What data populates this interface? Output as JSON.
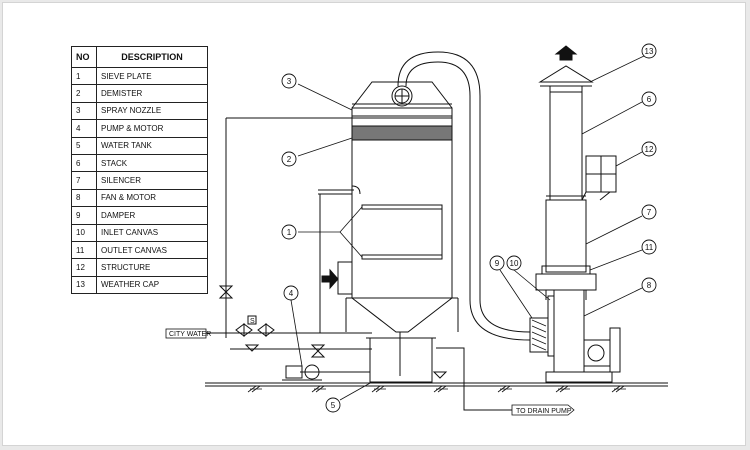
{
  "legend": {
    "headers": {
      "no": "NO",
      "description": "DESCRIPTION"
    },
    "rows": [
      {
        "no": "1",
        "description": "SIEVE PLATE"
      },
      {
        "no": "2",
        "description": "DEMISTER"
      },
      {
        "no": "3",
        "description": "SPRAY NOZZLE"
      },
      {
        "no": "4",
        "description": "PUMP & MOTOR"
      },
      {
        "no": "5",
        "description": "WATER TANK"
      },
      {
        "no": "6",
        "description": "STACK"
      },
      {
        "no": "7",
        "description": "SILENCER"
      },
      {
        "no": "8",
        "description": "FAN & MOTOR"
      },
      {
        "no": "9",
        "description": "DAMPER"
      },
      {
        "no": "10",
        "description": "INLET CANVAS"
      },
      {
        "no": "11",
        "description": "OUTLET CANVAS"
      },
      {
        "no": "12",
        "description": "STRUCTURE"
      },
      {
        "no": "13",
        "description": "WEATHER CAP"
      }
    ]
  },
  "labels": {
    "city_water": "CITY WATER",
    "drain": "TO DRAIN PUMP",
    "valve_tag": "S"
  },
  "callouts": [
    "1",
    "2",
    "3",
    "4",
    "5",
    "6",
    "7",
    "8",
    "9",
    "10",
    "11",
    "12",
    "13"
  ],
  "colors": {
    "line": "#111111",
    "background": "#ffffff",
    "page": "#e9e9e9"
  }
}
